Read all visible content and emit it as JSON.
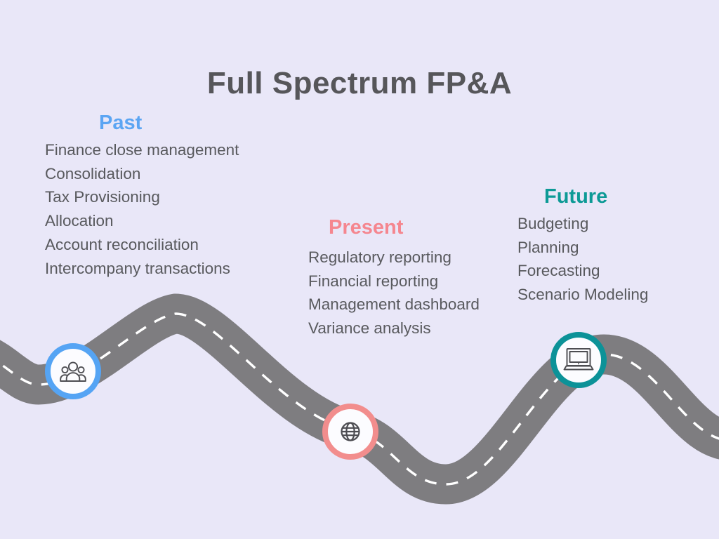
{
  "title": "Full Spectrum FP&A",
  "sections": {
    "past": {
      "label": "Past",
      "items": [
        "Finance close management",
        "Consolidation",
        "Tax Provisioning",
        "Allocation",
        "Account reconciliation",
        "Intercompany transactions"
      ]
    },
    "present": {
      "label": "Present",
      "items": [
        "Regulatory reporting",
        "Financial reporting",
        "Management dashboard",
        "Variance analysis"
      ]
    },
    "future": {
      "label": "Future",
      "items": [
        "Budgeting",
        "Planning",
        "Forecasting",
        "Scenario Modeling"
      ]
    }
  },
  "milestones": [
    {
      "id": "past",
      "icon": "people-group-icon",
      "ring_color": "#55a4f4"
    },
    {
      "id": "present",
      "icon": "globe-icon",
      "ring_color": "#f28d8d"
    },
    {
      "id": "future",
      "icon": "laptop-icon",
      "ring_color": "#0c9298"
    }
  ],
  "colors": {
    "background": "#e9e7f8",
    "road": "#7e7d80",
    "road_dash": "#ffffff",
    "title_text": "#56565a",
    "item_text": "#58595d",
    "past_accent": "#5ba5f3",
    "present_accent": "#f5868f",
    "future_accent": "#0d9a96",
    "icon_stroke": "#4d4d52",
    "circle_fill": "#fcfcff"
  }
}
